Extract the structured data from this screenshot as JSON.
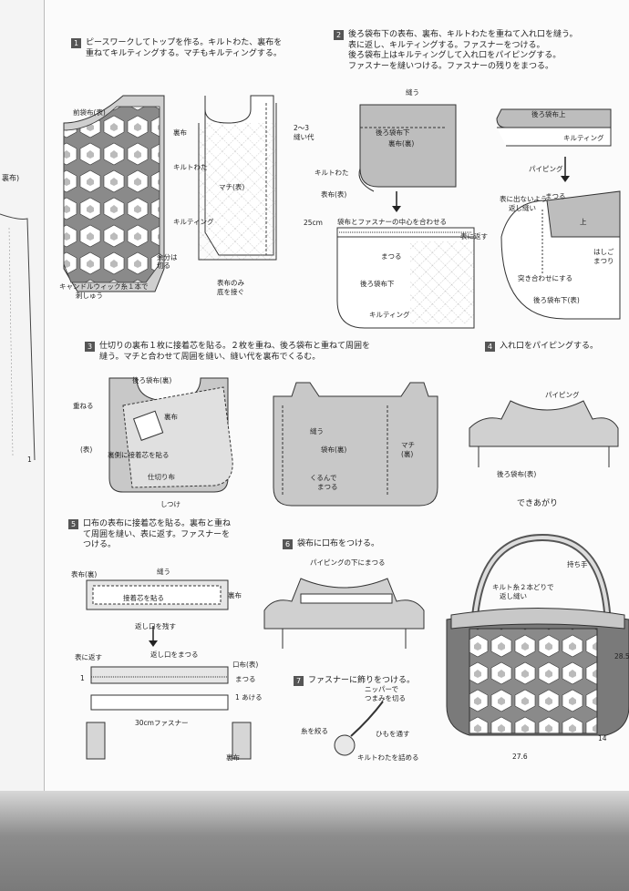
{
  "step1": {
    "num": "1",
    "text": [
      "ピースワークしてトップを作る。キルトわた、裏布を",
      "重ねてキルティングする。マチもキルティングする。"
    ]
  },
  "step2": {
    "num": "2",
    "text": [
      "後ろ袋布下の表布、裏布、キルトわたを重ねて入れ口を縫う。",
      "表に返し、キルティングする。ファスナーをつける。",
      "後ろ袋布上はキルティングして入れ口をパイピングする。",
      "ファスナーを縫いつける。ファスナーの残りをまつる。"
    ]
  },
  "step3": {
    "num": "3",
    "text": [
      "仕切りの裏布１枚に接着芯を貼る。２枚を重ね、後ろ袋布と重ねて周囲を",
      "縫う。マチと合わせて周囲を縫い、縫い代を裏布でくるむ。"
    ]
  },
  "step4": {
    "num": "4",
    "text": [
      "入れ口をパイピングする。"
    ]
  },
  "step5": {
    "num": "5",
    "text": [
      "口布の表布に接着芯を貼る。裏布と重ね",
      "て周囲を縫い、表に返す。ファスナーを",
      "つける。"
    ]
  },
  "step6": {
    "num": "6",
    "text": [
      "袋布に口布をつける。"
    ]
  },
  "step7": {
    "num": "7",
    "text": [
      "ファスナーに飾りをつける。"
    ]
  },
  "fig1": {
    "front": "前袋布(表)",
    "lining": "裏布",
    "wadding": "キルトわた",
    "quilting": "キルティング",
    "excess": [
      "余分は",
      "切る"
    ],
    "candle": [
      "キャンドルウィック糸１本で",
      "刺しゅう"
    ],
    "gusset": "マチ(表)",
    "allowance": [
      "2～3",
      "縫い代"
    ],
    "surface": [
      "表布のみ",
      "底を接ぐ"
    ]
  },
  "fig2a": {
    "sew": "縫う",
    "back_lower": [
      "後ろ袋布下",
      "裏布(裏)"
    ],
    "wadding": "キルトわた",
    "face": "表布(表)"
  },
  "fig2b": {
    "upper": "後ろ袋布上",
    "quilting": "キルティング",
    "piping": "パイピング",
    "blind": [
      "表に出ないよう",
      "返し縫い"
    ],
    "matsuru": "まつる",
    "up": "上",
    "hashi": [
      "はしご",
      "まつり"
    ],
    "butt": "突き合わせにする",
    "lower_face": "後ろ袋布下(表)"
  },
  "fig2c": {
    "size": "25cm",
    "center": "袋布とファスナーの中心を合わせる",
    "matsuru": "まつる",
    "turn": "表に返す",
    "lower": "後ろ袋布下",
    "quilting": "キルティング"
  },
  "fig3a": {
    "back": "後ろ袋布(裏)",
    "overlap": "重ねる",
    "front": "(表)",
    "lining": "裏布",
    "interfacing": "裏側に接着芯を貼る",
    "divider": "仕切り布",
    "baste": "しつけ"
  },
  "fig3b": {
    "sew": "縫う",
    "bag": "袋布(裏)",
    "gusset": [
      "マチ",
      "(裏)"
    ],
    "wrap": [
      "くるんで",
      "まつる"
    ]
  },
  "fig4": {
    "piping": "パイピング",
    "back": "後ろ袋布(表)",
    "done": "できあがり"
  },
  "fig5": {
    "face": "表布(裏)",
    "sew": "縫う",
    "lining": "裏布",
    "interfacing": "接着芯を貼る",
    "leave": "返し口を残す",
    "turn": "表に返す",
    "close": "返し口をまつる",
    "mouth": "口布(表)",
    "matsuru": "まつる",
    "one": "1",
    "open": "1 あける",
    "zipper": "30cmファスナー",
    "lining2": "裏布"
  },
  "fig6": {
    "note": "パイピングの下にまつる"
  },
  "fig7": {
    "nipper": [
      "ニッパーで",
      "つまみを切る"
    ],
    "gather": "糸を絞る",
    "string": "ひもを通す",
    "stuff": "キルトわたを詰める"
  },
  "bag": {
    "handle": "持ち手",
    "stitch": [
      "キルト糸２本どりで",
      "返し縫い"
    ],
    "height": "28.5",
    "depth": "14",
    "width": "27.6"
  },
  "side": {
    "text": "裏布)",
    "one": "1"
  }
}
